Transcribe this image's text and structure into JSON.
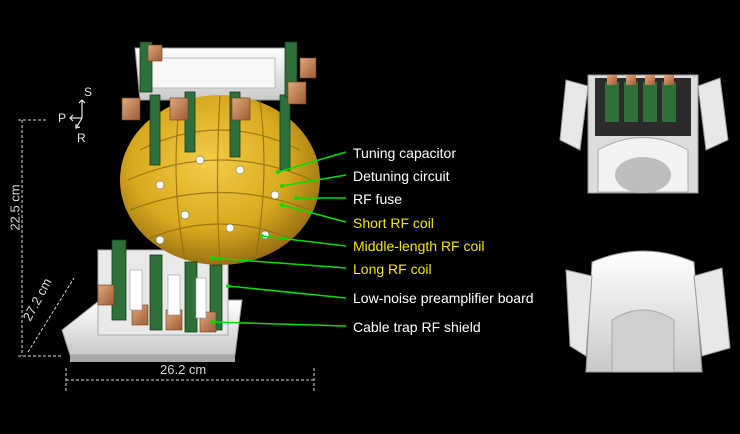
{
  "labels": [
    {
      "text": "Tuning capacitor",
      "color": "#ffffff"
    },
    {
      "text": "Detuning circuit",
      "color": "#ffffff"
    },
    {
      "text": "RF fuse",
      "color": "#ffffff"
    },
    {
      "text": "Short RF coil",
      "color": "#f5e400"
    },
    {
      "text": "Middle-length RF coil",
      "color": "#f5e400"
    },
    {
      "text": "Long RF coil",
      "color": "#f5e400"
    },
    {
      "text": "Low-noise preamplifier board",
      "color": "#ffffff"
    },
    {
      "text": "Cable trap RF shield",
      "color": "#ffffff"
    }
  ],
  "dimensions": {
    "height": "22.5 cm",
    "depth": "27.2 cm",
    "width": "26.2 cm"
  },
  "orientation": {
    "superior": "S",
    "posterior": "P",
    "right": "R"
  },
  "colors": {
    "leader": "#00e000",
    "background": "#000000",
    "coil_gold": "#d9a91e",
    "housing_white": "#eeeeee",
    "pcb_green": "#2f6f3a",
    "shield_copper": "#c9875a"
  }
}
